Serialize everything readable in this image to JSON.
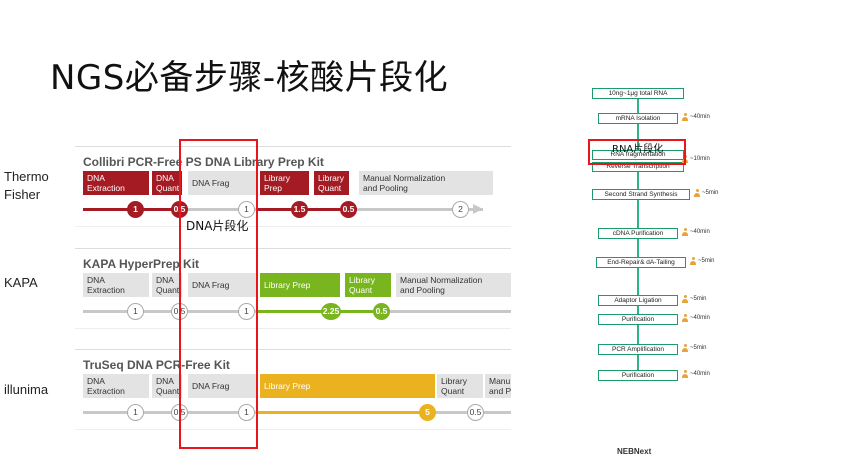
{
  "title": "NGS必备步骤-核酸片段化",
  "vendors": {
    "thermo": "Thermo\nFisher",
    "kapa": "KAPA",
    "illumina": "illunima"
  },
  "panels": {
    "collibri": {
      "title": "Collibri PCR-Free PS DNA Library Prep Kit",
      "blocks": [
        "DNA\nExtraction",
        "DNA\nQuant",
        "DNA Frag",
        "Library\nPrep",
        "Library\nQuant",
        "Manual Normalization\nand Pooling"
      ],
      "dots": [
        "1",
        "0.5",
        "1",
        "1.5",
        "0.5",
        "2"
      ]
    },
    "kapa": {
      "title": "KAPA HyperPrep Kit",
      "blocks": [
        "DNA\nExtraction",
        "DNA\nQuant",
        "DNA Frag",
        "Library Prep",
        "Library\nQuant",
        "Manual Normalization\nand Pooling"
      ],
      "dots": [
        "1",
        "0.5",
        "1",
        "2.25",
        "0.5"
      ]
    },
    "truseq": {
      "title": "TruSeq DNA PCR-Free Kit",
      "blocks": [
        "DNA\nExtraction",
        "DNA\nQuant",
        "DNA Frag",
        "Library Prep",
        "Library\nQuant",
        "Manu\nand P"
      ],
      "dots": [
        "1",
        "0.5",
        "1",
        "5",
        "0.5"
      ]
    }
  },
  "highlight_labels": {
    "dna": "DNA片段化",
    "rna": "RNA片段化"
  },
  "flow": {
    "steps": [
      "10ng~1μg total RNA",
      "mRNA Isolation",
      "RNA fragmentation",
      "Reverse Transcription",
      "Second Strand Synthesis",
      "cDNA Purification",
      "End-Repair& dA-Tailing",
      "Adaptor Ligation",
      "Purification",
      "PCR Amplification",
      "Purification"
    ],
    "times": [
      "~40min",
      "~10min",
      "~5min",
      "~40min",
      "~5min",
      "~5min",
      "~40min",
      "~5min",
      "~40min"
    ]
  },
  "brand": "NEBNext",
  "colors": {
    "red": "#a51b24",
    "green": "#79b51f",
    "gold": "#ebb21f",
    "highlight": "#e8151b",
    "flow": "#1d9b6a"
  }
}
